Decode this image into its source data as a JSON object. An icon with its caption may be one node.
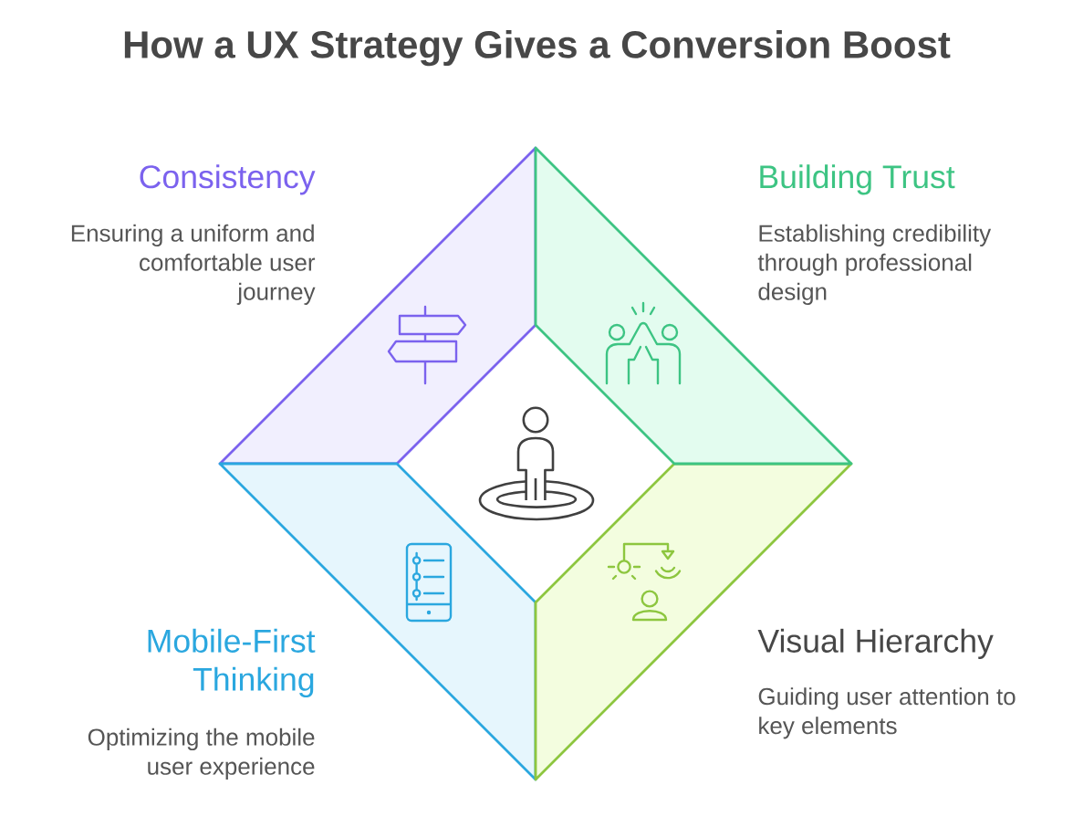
{
  "diagram": {
    "title": "How a UX Strategy Gives a Conversion Boost",
    "nodes": [
      {
        "text": [
          "Consistency",
          "Ensuring a uniform and comfortable user journey"
        ]
      },
      {
        "text": [
          "Building Trust",
          "Establishing credibility through professional design"
        ]
      },
      {
        "text": [
          "Mobile-First Thinking",
          "Optimizing the mobile user experience"
        ]
      },
      {
        "text": [
          "Visual Hierarchy",
          "Guiding user attention to key elements"
        ]
      }
    ]
  }
}
